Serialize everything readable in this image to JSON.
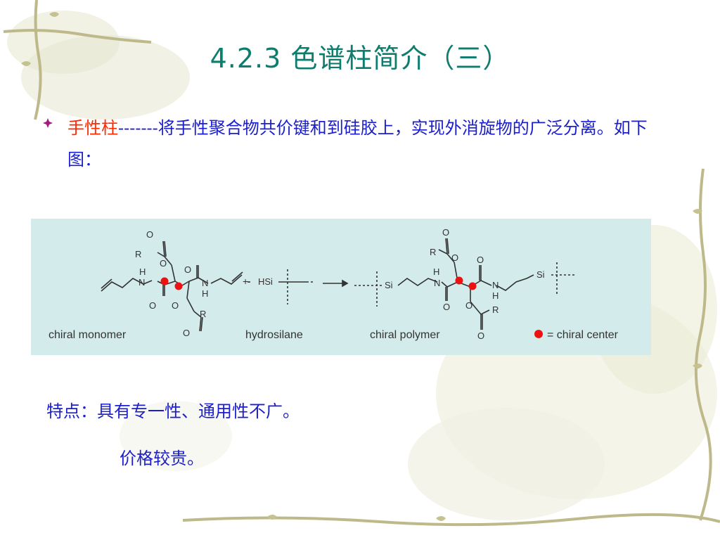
{
  "slide": {
    "title": "4.2.3 色谱柱简介（三）",
    "bullet": {
      "icon": "diamond-bullet-icon",
      "term": "手性柱",
      "dashes": "-------",
      "text": "将手性聚合物共价键和到硅胶上，实现外消旋物的广泛分离。如下图："
    },
    "features_label": "特点：",
    "features_text": "具有专一性、通用性不广。",
    "features_text2": "价格较贵。"
  },
  "figure": {
    "labels": {
      "monomer": "chiral monomer",
      "hydrosilane": "hydrosilane",
      "polymer": "chiral polymer",
      "legend": "= chiral center"
    },
    "atoms": {
      "O": "O",
      "R": "R",
      "H": "H",
      "N": "N",
      "HSi": "HSi",
      "Si": "Si",
      "plus": "+"
    },
    "colors": {
      "chiral_center": "#ee1111",
      "title": "#0e7d6d",
      "bullet_text": "#1b1ecc",
      "term": "#ff2a00",
      "figure_bg": "#d3ebeb"
    }
  }
}
